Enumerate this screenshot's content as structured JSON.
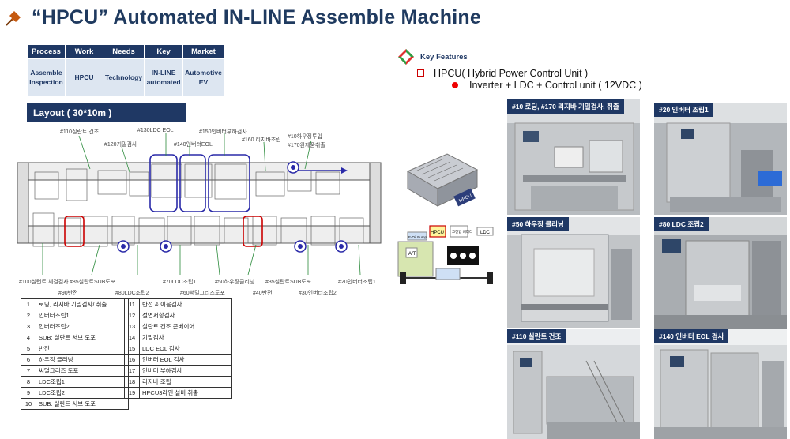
{
  "title": "“HPCU” Automated IN-LINE Assemble Machine",
  "header_table": {
    "columns": [
      "Process",
      "Work",
      "Needs",
      "Key",
      "Market"
    ],
    "values": [
      "Assemble Inspection",
      "HPCU",
      "Technology",
      "IN-LINE automated",
      "Automotive EV"
    ]
  },
  "layout_label": "Layout ( 30*10m )",
  "diagram_labels": {
    "l110": "#110실란트 건조",
    "l130": "#130LDC EOL",
    "l150": "#150인버터부하검사",
    "l10": "#10하우징투입",
    "l170": "#170완제품취출",
    "l120": "#120기밀검사",
    "l140": "#140인버터EOL",
    "l160": "#160 리지바조립",
    "l100": "#100실런트 체결검사",
    "l90": "#90반전",
    "l85": "#85실란트SUB도포",
    "l80": "#80LDC조립2",
    "l70": "#70LDC조립1",
    "l60": "#60써멀그리즈도포",
    "l50": "#50하우징클리닝",
    "l40": "#40반전",
    "l35": "#35실란트SUB도포",
    "l30": "#30인버터조립2",
    "l20": "#20인버터조립1"
  },
  "process_list": {
    "left": [
      {
        "no": "1",
        "name": "로딩, 리지바 기밀검사/ 취출"
      },
      {
        "no": "2",
        "name": "인버터조립1"
      },
      {
        "no": "3",
        "name": "인버터조립2"
      },
      {
        "no": "4",
        "name": "SUB: 실란트 서브 도포"
      },
      {
        "no": "5",
        "name": "반전"
      },
      {
        "no": "6",
        "name": "하우징 클리닝"
      },
      {
        "no": "7",
        "name": "써멀그리즈 도포"
      },
      {
        "no": "8",
        "name": "LDC조립1"
      },
      {
        "no": "9",
        "name": "LDC조립2"
      },
      {
        "no": "10",
        "name": "SUB: 실란트 서브 도포"
      }
    ],
    "right": [
      {
        "no": "11",
        "name": "반전 & 이음검사"
      },
      {
        "no": "12",
        "name": "절연저항검사"
      },
      {
        "no": "13",
        "name": "실란트 건조 콘베이어"
      },
      {
        "no": "14",
        "name": "기밀검사"
      },
      {
        "no": "15",
        "name": "LDC EOL 검사"
      },
      {
        "no": "16",
        "name": "인버터 EOL 검사"
      },
      {
        "no": "17",
        "name": "인버터 부하검사"
      },
      {
        "no": "18",
        "name": "리지바 조립"
      },
      {
        "no": "19",
        "name": "HPCU3라인 설비 취출"
      }
    ]
  },
  "key_features": {
    "label": "Key Features",
    "line1": "HPCU( Hybrid Power Control Unit )",
    "line2": "Inverter + LDC + Control unit ( 12VDC )"
  },
  "schematic": {
    "hpcu": "HPCU",
    "ldc": "LDC",
    "eoil": "E-Oil Pump",
    "at": "A/T",
    "mid": "고전압 배터리"
  },
  "hpcu_tag": "HPCU",
  "photos": [
    {
      "caption": "#10 로딩, #170 리지바 기밀검사, 취출"
    },
    {
      "caption": "#20 인버터 조립1"
    },
    {
      "caption": "#50 하우징 클리닝"
    },
    {
      "caption": "#80 LDC 조립2"
    },
    {
      "caption": "#110 실란트 건조"
    },
    {
      "caption": "#140 인버터 EOL 검사"
    }
  ],
  "colors": {
    "navy": "#1f3864",
    "light_blue": "#dde6f1",
    "red": "#e00000",
    "title": "#1f3a5f"
  }
}
